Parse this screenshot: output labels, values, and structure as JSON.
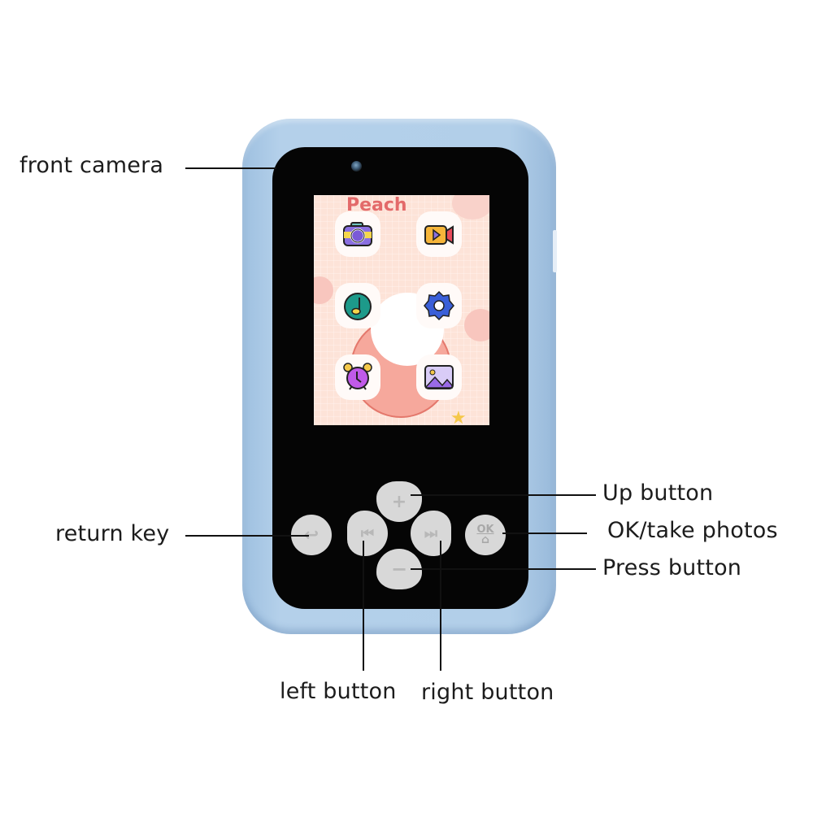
{
  "device": {
    "body_color": "#b2cfe9",
    "face_color": "#050505",
    "screen": {
      "wallpaper_title": "Peach",
      "apps": [
        {
          "name": "camera",
          "icon": "camera-icon"
        },
        {
          "name": "video",
          "icon": "video-camera-icon"
        },
        {
          "name": "music",
          "icon": "music-note-icon"
        },
        {
          "name": "settings",
          "icon": "gear-icon"
        },
        {
          "name": "alarm",
          "icon": "alarm-clock-icon"
        },
        {
          "name": "gallery",
          "icon": "image-gallery-icon"
        }
      ]
    },
    "buttons": {
      "return": "↩",
      "up": "+",
      "down": "−",
      "left": "⏮",
      "right": "⏭",
      "ok_top": "OK",
      "ok_bottom": "⌂"
    }
  },
  "callouts": {
    "front_camera": "front camera",
    "return_key": "return key",
    "up_button": "Up button",
    "ok_take_photos": "OK/take photos",
    "press_button": "Press button",
    "left_button": "left button",
    "right_button": "right button"
  }
}
